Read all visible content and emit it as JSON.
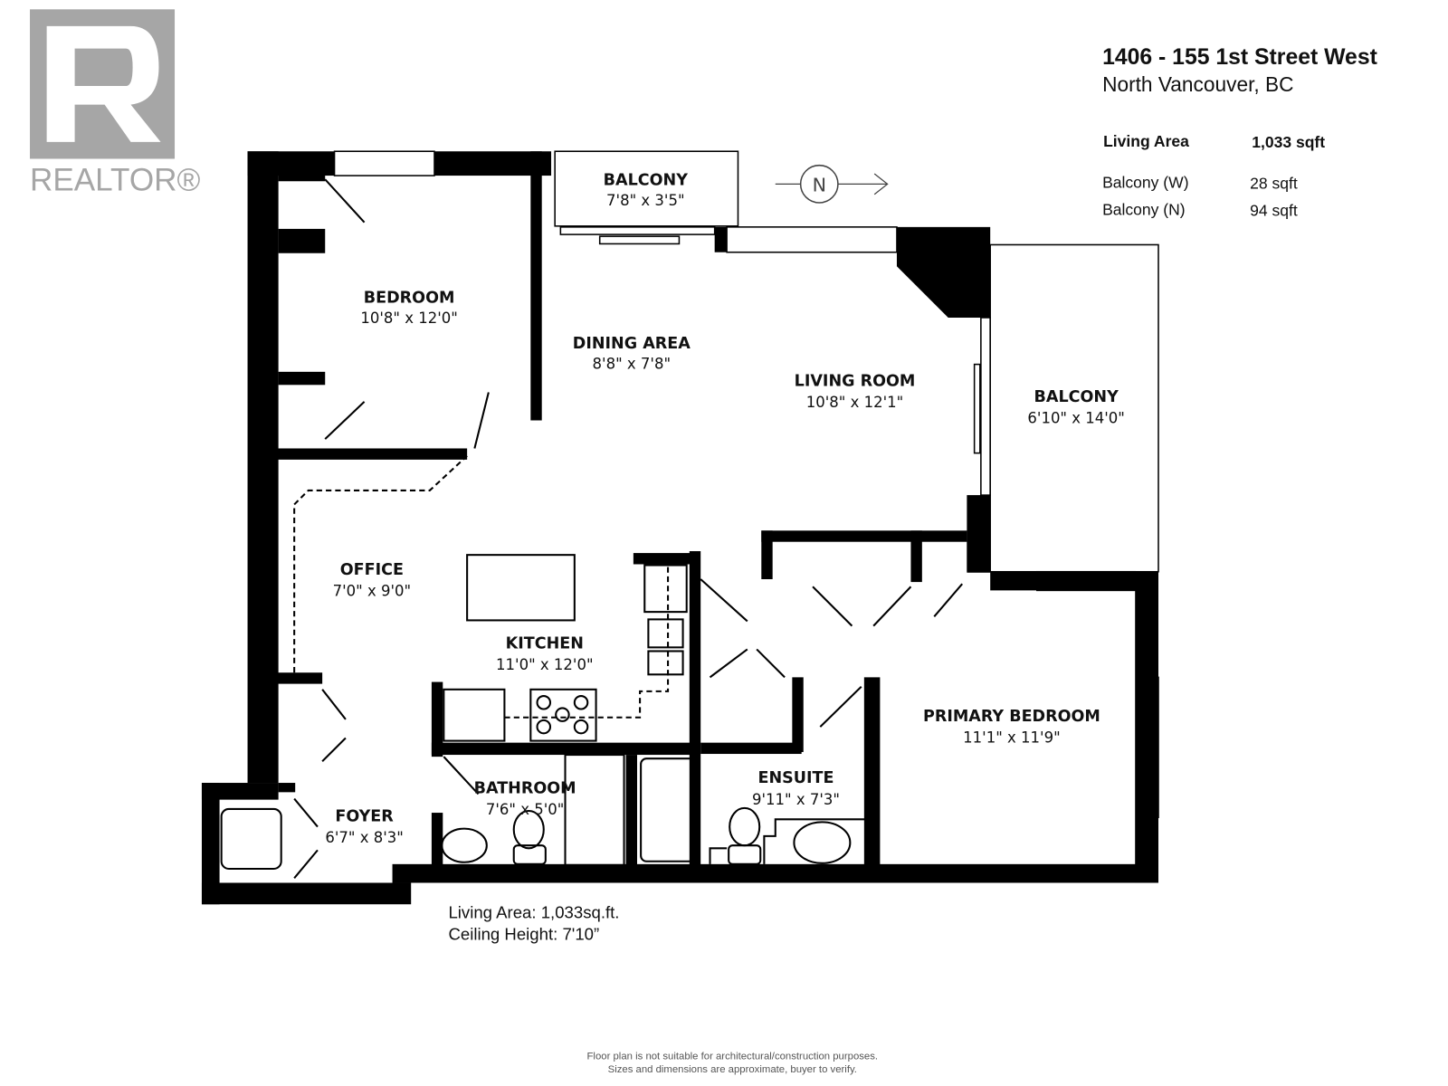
{
  "logo": {
    "text": "REALTOR®",
    "color": "#a6a6a6"
  },
  "header": {
    "address": "1406 - 155 1st Street West",
    "city": "North Vancouver, BC"
  },
  "areas": [
    {
      "label": "Living Area",
      "value": "1,033 sqft"
    },
    {
      "label": "Balcony (W)",
      "value": "28 sqft"
    },
    {
      "label": "Balcony (N)",
      "value": "94 sqft"
    }
  ],
  "compass": {
    "label": "N"
  },
  "rooms": {
    "balcony_n": {
      "name": "BALCONY",
      "dim": "7'8\" x 3'5\""
    },
    "bedroom": {
      "name": "BEDROOM",
      "dim": "10'8\" x 12'0\""
    },
    "dining": {
      "name": "DINING AREA",
      "dim": "8'8\" x 7'8\""
    },
    "living": {
      "name": "LIVING ROOM",
      "dim": "10'8\" x 12'1\""
    },
    "balcony_w": {
      "name": "BALCONY",
      "dim": "6'10\" x 14'0\""
    },
    "office": {
      "name": "OFFICE",
      "dim": "7'0\" x 9'0\""
    },
    "kitchen": {
      "name": "KITCHEN",
      "dim": "11'0\" x 12'0\""
    },
    "primary": {
      "name": "PRIMARY BEDROOM",
      "dim": "11'1\" x 11'9\""
    },
    "ensuite": {
      "name": "ENSUITE",
      "dim": "9'11\" x 7'3\""
    },
    "bathroom": {
      "name": "BATHROOM",
      "dim": "7'6\" x 5'0\""
    },
    "foyer": {
      "name": "FOYER",
      "dim": "6'7\" x 8'3\""
    }
  },
  "summary": {
    "living_area": "Living Area: 1,033sq.ft.",
    "ceiling": "Ceiling Height: 7'10”"
  },
  "disclaimer": {
    "line1": "Floor plan is not suitable for architectural/construction purposes.",
    "line2": "Sizes and dimensions are approximate, buyer to verify."
  }
}
